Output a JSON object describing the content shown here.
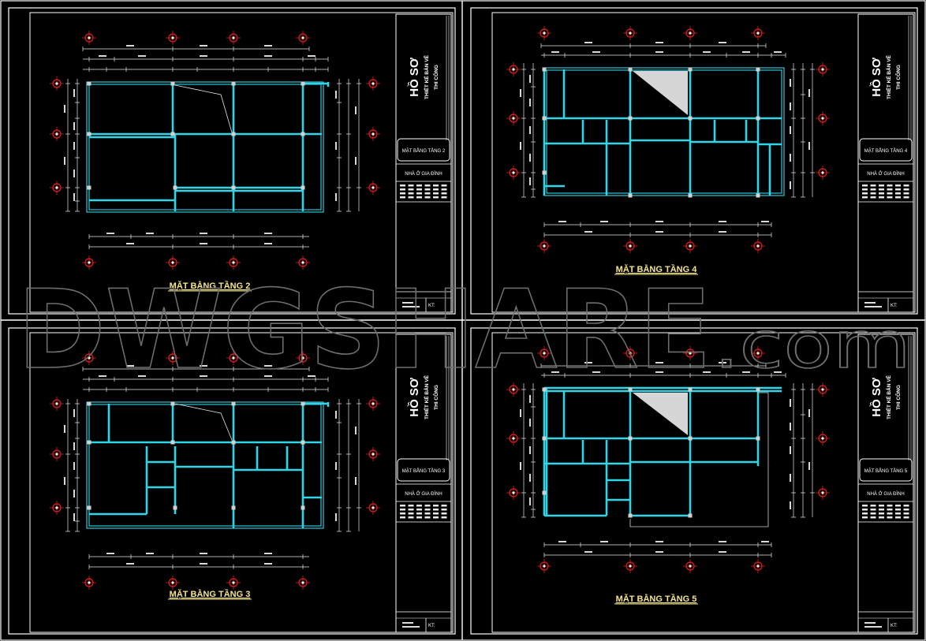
{
  "sheets": [
    {
      "id": "tang2",
      "title": "MẶT BẰNG TẦNG 2",
      "titleblock": {
        "ho_so": "HỒ SƠ",
        "line2": "THIẾT KẾ BẢN VẼ",
        "line3": "THI CÔNG",
        "sheet_name": "MẶT BẰNG TẦNG 2",
        "project": "NHÀ Ở GIA ĐÌNH",
        "kt": "KT:"
      }
    },
    {
      "id": "tang4",
      "title": "MẶT BẰNG TẦNG 4",
      "titleblock": {
        "ho_so": "HỒ SƠ",
        "line2": "THIẾT KẾ BẢN VẼ",
        "line3": "THI CÔNG",
        "sheet_name": "MẶT BẰNG TẦNG 4",
        "project": "NHÀ Ở GIA ĐÌNH",
        "kt": "KT:"
      }
    },
    {
      "id": "tang3",
      "title": "MẶT BẰNG TẦNG 3",
      "titleblock": {
        "ho_so": "HỒ SƠ",
        "line2": "THIẾT KẾ BẢN VẼ",
        "line3": "THI CÔNG",
        "sheet_name": "MẶT BẰNG TẦNG 3",
        "project": "NHÀ Ở GIA ĐÌNH",
        "kt": "KT:"
      }
    },
    {
      "id": "tang5",
      "title": "MẶT BẰNG TẦNG 5",
      "titleblock": {
        "ho_so": "HỒ SƠ",
        "line2": "THIẾT KẾ BẢN VẼ",
        "line3": "THI CÔNG",
        "sheet_name": "MẶT BẰNG TẦNG 5",
        "project": "NHÀ Ở GIA ĐÌNH",
        "kt": "KT:"
      }
    }
  ],
  "watermark": {
    "main": "DWGSHARE",
    "suffix": ".com"
  },
  "colors": {
    "background": "#000000",
    "wall": "#2fd6e8",
    "frame": "#ffffff",
    "grid_bubble": "#e0201e",
    "title": "#f5e58a",
    "watermark": "#6e6e6e",
    "dimension": "#e8e8e8",
    "column": "#d0d0d0"
  }
}
